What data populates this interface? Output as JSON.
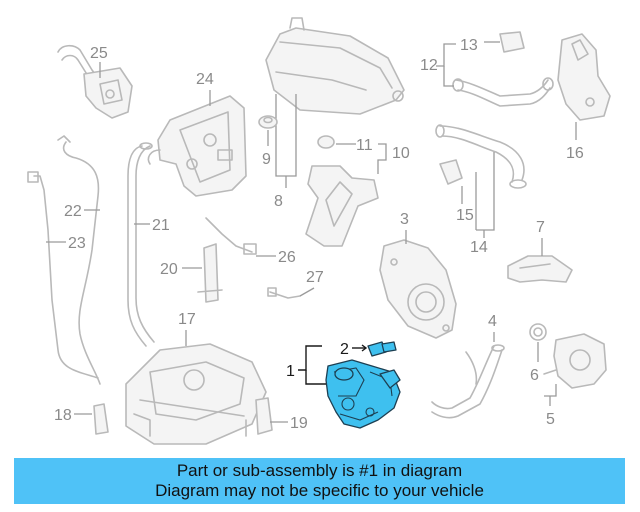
{
  "callouts": {
    "n1": "1",
    "n2": "2",
    "n3": "3",
    "n4": "4",
    "n5": "5",
    "n6": "6",
    "n7": "7",
    "n8": "8",
    "n9": "9",
    "n10": "10",
    "n11": "11",
    "n12": "12",
    "n13": "13",
    "n14": "14",
    "n15": "15",
    "n16": "16",
    "n17": "17",
    "n18": "18",
    "n19": "19",
    "n20": "20",
    "n21": "21",
    "n22": "22",
    "n23": "23",
    "n24": "24",
    "n25": "25",
    "n26": "26",
    "n27": "27"
  },
  "highlight_color": "#3ec0ef",
  "banner": {
    "line1": "Part or sub-assembly is #1 in diagram",
    "line2": "Diagram may not be specific to your vehicle",
    "background": "#4fc2f7"
  }
}
